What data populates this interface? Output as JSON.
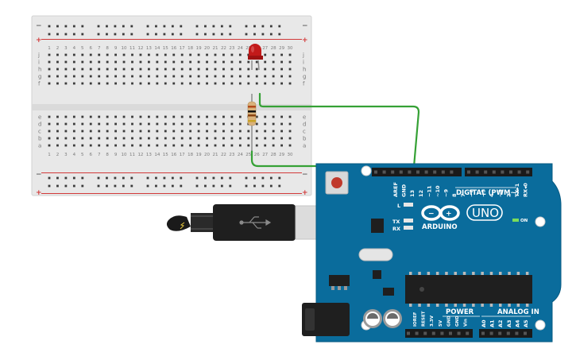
{
  "breadboard": {
    "columns": 30,
    "row_letters_top": [
      "a",
      "b",
      "c",
      "d",
      "e"
    ],
    "row_letters_bottom": [
      "f",
      "g",
      "h",
      "i",
      "j"
    ],
    "rail_plus": "+",
    "rail_minus": "−"
  },
  "arduino": {
    "brand": "ARDUINO",
    "model": "UNO",
    "digital_header": "DIGITAL (PWM~)",
    "analog_header": "ANALOG IN",
    "power_header": "POWER",
    "led_l": "L",
    "led_tx": "TX",
    "led_rx": "RX",
    "on_label": "ON",
    "digital_pins": [
      "AREF",
      "GND",
      "13",
      "12",
      "~11",
      "~10",
      "~9",
      "8",
      "7",
      "~6",
      "~5",
      "4",
      "~3",
      "2",
      "TX▸1",
      "RX◂0"
    ],
    "power_pins": [
      "IOREF",
      "RESET",
      "3.3V",
      "5V",
      "GND",
      "GND",
      "Vin"
    ],
    "analog_pins": [
      "A0",
      "A1",
      "A2",
      "A3",
      "A4",
      "A5"
    ]
  },
  "components": {
    "led_color": "#c21a1a",
    "wire_color": "#35a135",
    "board_color": "#0a6c9c"
  }
}
